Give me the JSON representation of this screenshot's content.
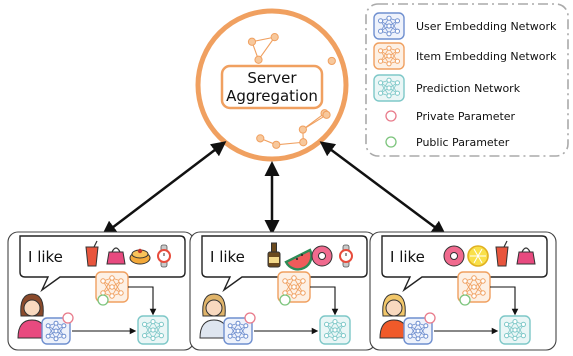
{
  "server": {
    "line1": "Server",
    "line2": "Aggregation"
  },
  "legend": {
    "items": [
      {
        "label": "User Embedding Network",
        "icon": "user-embedding-network-icon",
        "color": "#6f8fcf"
      },
      {
        "label": "Item Embedding Network",
        "icon": "item-embedding-network-icon",
        "color": "#f0a060"
      },
      {
        "label": "Prediction Network",
        "icon": "prediction-network-icon",
        "color": "#7ec8c8"
      },
      {
        "label": "Private Parameter",
        "icon": "private-parameter-icon",
        "color": "#e87a8a"
      },
      {
        "label": "Public Parameter",
        "icon": "public-parameter-icon",
        "color": "#7cc47c"
      }
    ]
  },
  "clients": [
    {
      "text": "I like",
      "items": [
        "drink-cup-icon",
        "handbag-icon",
        "pancake-icon",
        "wristwatch-icon"
      ],
      "avatar": "woman-brown-hair-avatar"
    },
    {
      "text": "I like",
      "items": [
        "bottle-icon",
        "watermelon-icon",
        "donut-icon",
        "wristwatch-icon"
      ],
      "avatar": "man-blond-hair-avatar"
    },
    {
      "text": "I like",
      "items": [
        "donut-icon",
        "lemon-slice-icon",
        "drink-cup-icon",
        "handbag-icon"
      ],
      "avatar": "woman-blonde-hair-avatar"
    }
  ],
  "colors": {
    "accent": "#f0a060",
    "user_net": "#6f8fcf",
    "prediction_net": "#7ec8c8",
    "private": "#e87a8a",
    "public": "#7cc47c"
  }
}
